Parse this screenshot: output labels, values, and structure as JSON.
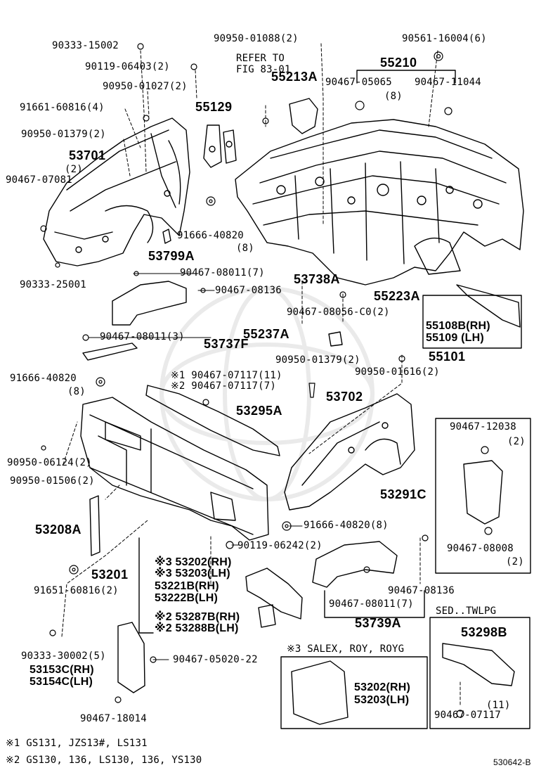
{
  "labels": {
    "p90333_15002": "90333-15002",
    "p90950_01088": "90950-01088(2)",
    "p90561_16004": "90561-16004(6)",
    "p90119_06403": "90119-06403(2)",
    "refer_to": "REFER TO",
    "fig_83_01": "FIG 83-01",
    "p55210": "55210",
    "p55213a": "55213A",
    "p90467_05065": "90467-05065",
    "p90467_05065_qty": "(8)",
    "p90467_11044": "90467-11044",
    "p90950_01027": "90950-01027(2)",
    "p55129": "55129",
    "p91661_60816": "91661-60816(4)",
    "p90950_01379_a": "90950-01379(2)",
    "p53701": "53701",
    "p53701_qty": "(2)",
    "p90467_07081": "90467-07081",
    "p91666_40820_a": "91666-40820",
    "p91666_40820_a_qty": "(8)",
    "p53799a": "53799A",
    "p90333_25001": "90333-25001",
    "p90467_08011_a": "90467-08011(7)",
    "p53738a": "53738A",
    "p90467_08136_a": "90467-08136",
    "p90467_08056": "90467-08056-C0(2)",
    "p55223a": "55223A",
    "p55108b": "55108B(RH)",
    "p55109": "55109  (LH)",
    "p55237a": "55237A",
    "p55101": "55101",
    "p90467_08011_b": "90467-08011(3)",
    "p53737f": "53737F",
    "p90950_01379_b": "90950-01379(2)",
    "p90950_01616": "90950-01616(2)",
    "p91666_40820_b": "91666-40820",
    "p91666_40820_b_qty": "(8)",
    "p90467_07117_a": "※1 90467-07117(11)",
    "p90467_07117_b": "※2 90467-07117(7)",
    "p53702": "53702",
    "p53295a": "53295A",
    "p90467_12038": "90467-12038",
    "p90467_12038_qty": "(2)",
    "p90950_06124": "90950-06124(2)",
    "p90950_01506": "90950-01506(2)",
    "p53291c": "53291C",
    "p53208a": "53208A",
    "p91666_40820_c": "91666-40820(8)",
    "p90119_06242": "90119-06242(2)",
    "p90467_08008": "90467-08008",
    "p90467_08008_qty": "(2)",
    "p53201": "53201",
    "p53202_rh": "※3 53202(RH)",
    "p53203_lh": "※3 53203(LH)",
    "p91651_60816": "91651-60816(2)",
    "p53221b": "53221B(RH)",
    "p53222b": "53222B(LH)",
    "p90467_08136_b": "90467-08136",
    "p90467_08011_c": "90467-08011(7)",
    "p53287b": "※2 53287B(RH)",
    "p53288b": "※2 53288B(LH)",
    "p53739a": "53739A",
    "sed_twlpg": "SED..TWLPG",
    "p53298b": "53298B",
    "p90333_30002": "90333-30002(5)",
    "p53153c": "53153C(RH)",
    "p53154c": "53154C(LH)",
    "p90467_05020": "90467-05020-22",
    "note3": "※3 SALEX, ROY, ROYG",
    "box_53202": "53202(RH)",
    "box_53203": "53203(LH)",
    "p90467_18014": "90467-18014",
    "p90467_07117_c": "90467-07117",
    "p90467_07117_c_qty": "(11)",
    "foot1": "※1 GS131, JZS13#, LS131",
    "foot2": "※2 GS130, 136, LS130, 136, YS130",
    "code": "530642-B"
  }
}
